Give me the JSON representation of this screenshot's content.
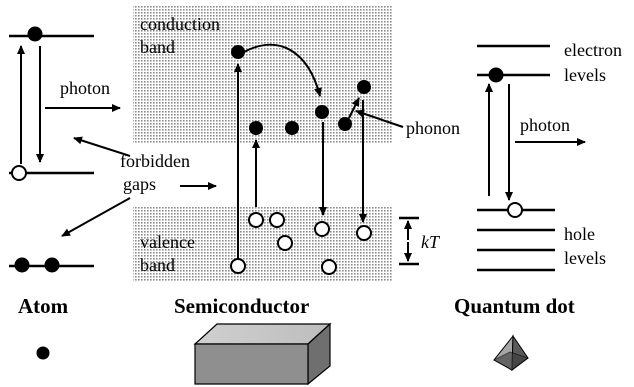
{
  "labels": {
    "conduction_line1": "conduction",
    "conduction_line2": "band",
    "valence_line1": "valence",
    "valence_line2": "band",
    "photon_left": "photon",
    "photon_right": "photon",
    "forbidden_line1": "forbidden",
    "forbidden_line2": "gaps",
    "phonon": "phonon",
    "electron_line1": "electron",
    "electron_line2": "levels",
    "hole_line1": "hole",
    "hole_line2": "levels",
    "kT": "kT",
    "atom": "Atom",
    "semiconductor": "Semiconductor",
    "quantum_dot": "Quantum dot"
  },
  "colors": {
    "ink": "#000000",
    "band_fill": "#d9d9d9"
  }
}
